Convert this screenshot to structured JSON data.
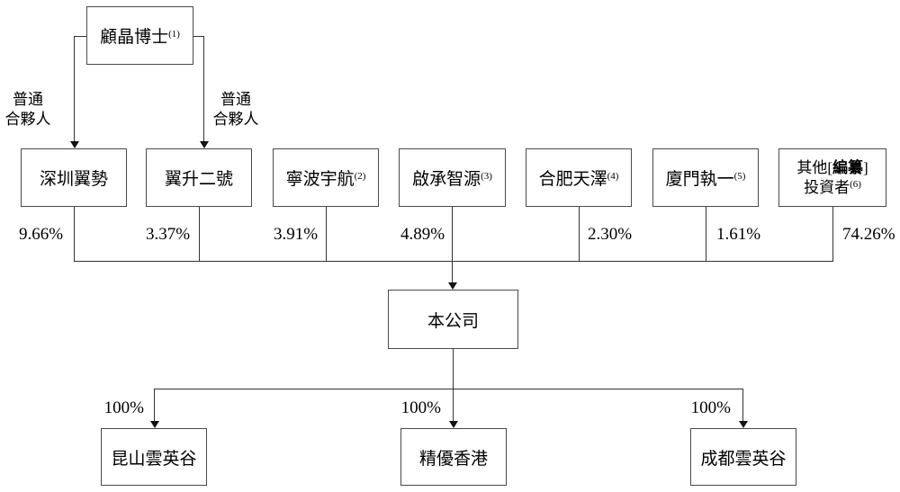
{
  "root": {
    "name": "顧晶博士",
    "note": "(1)"
  },
  "gp_label": {
    "line1": "普通",
    "line2": "合夥人"
  },
  "shareholders": [
    {
      "name": "深圳翼勢",
      "note": "",
      "pct": "9.66%"
    },
    {
      "name": "翼升二號",
      "note": "",
      "pct": "3.37%"
    },
    {
      "name": "寧波宇航",
      "note": "(2)",
      "pct": "3.91%"
    },
    {
      "name": "啟承智源",
      "note": "(3)",
      "pct": "4.89%"
    },
    {
      "name": "合肥天澤",
      "note": "(4)",
      "pct": "2.30%"
    },
    {
      "name": "廈門執一",
      "note": "(5)",
      "pct": "1.61%"
    },
    {
      "name": "其他[編纂]投資者",
      "line1_prefix": "其他[",
      "line1_redacted": "編纂",
      "line1_suffix": "]",
      "line2": "投資者",
      "note": "(6)",
      "pct": "74.26%"
    }
  ],
  "company": {
    "name": "本公司"
  },
  "subsidiaries": [
    {
      "name": "昆山雲英谷",
      "pct": "100%"
    },
    {
      "name": "精優香港",
      "pct": "100%"
    },
    {
      "name": "成都雲英谷",
      "pct": "100%"
    }
  ],
  "colors": {
    "line": "#333333",
    "border": "#4a4a4a",
    "text": "#000000",
    "background": "#ffffff"
  }
}
